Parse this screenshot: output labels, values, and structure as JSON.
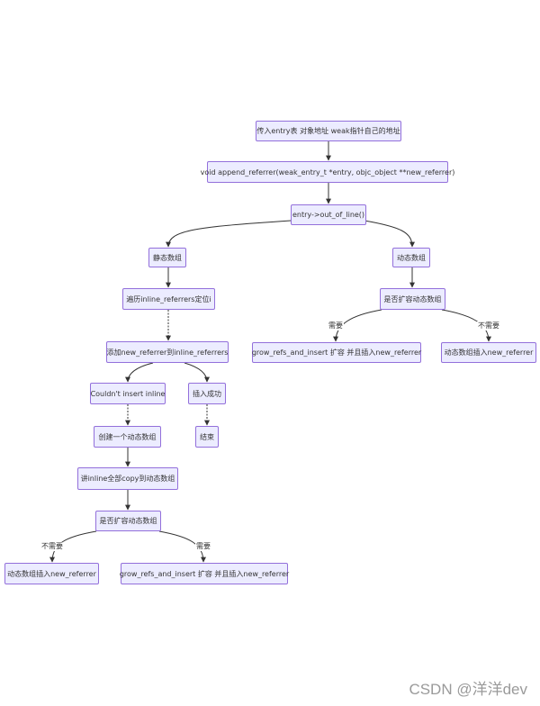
{
  "nodes": {
    "start": "传入entry表 对象地址 weak指针自己的地址",
    "append": "void append_referrer(weak_entry_t *entry, objc_object **new_referrer)",
    "outofline": "entry->out_of_line()",
    "static_array": "静态数组",
    "dynamic_array_r": "动态数组",
    "traverse": "遍历inline_referrers定位i",
    "add_new": "添加new_referrer到inline_referrers",
    "couldnt": "Couldn't insert inline",
    "insert_ok": "插入成功",
    "end": "结束",
    "create_dyn": "创建一个动态数组",
    "copy_inline": "讲inline全部copy到动态数组",
    "expand_check_l": "是否扩容动态数组",
    "insert_dyn_l": "动态数组插入new_referrer",
    "grow_l": "grow_refs_and_insert 扩容 并且插入new_referrer",
    "expand_check_r": "是否扩容动态数组",
    "grow_r": "grow_refs_and_insert 扩容 并且插入new_referrer",
    "insert_dyn_r": "动态数组插入new_referrer"
  },
  "edge_labels": {
    "need_r": "需要",
    "no_need_r": "不需要",
    "no_need_l": "不需要",
    "need_l": "需要"
  },
  "colors": {
    "node_fill": "#ECECFF",
    "node_border": "#9370DB",
    "edge": "#333333"
  },
  "watermark": "CSDN @洋洋dev"
}
